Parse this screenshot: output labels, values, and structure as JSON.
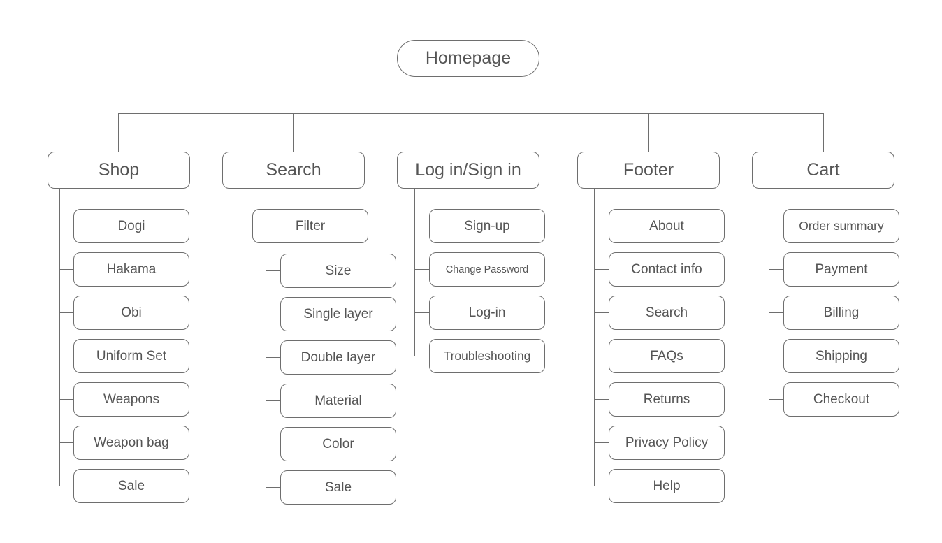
{
  "root": {
    "label": "Homepage"
  },
  "sections": [
    {
      "label": "Shop",
      "items": [
        "Dogi",
        "Hakama",
        "Obi",
        "Uniform Set",
        "Weapons",
        "Weapon bag",
        "Sale"
      ]
    },
    {
      "label": "Search",
      "filter": {
        "label": "Filter",
        "items": [
          "Size",
          "Single layer",
          "Double layer",
          "Material",
          "Color",
          "Sale"
        ]
      }
    },
    {
      "label": "Log in/Sign in",
      "items": [
        "Sign-up",
        "Change Password",
        "Log-in",
        "Troubleshooting"
      ]
    },
    {
      "label": "Footer",
      "items": [
        "About",
        "Contact info",
        "Search",
        "FAQs",
        "Returns",
        "Privacy Policy",
        "Help"
      ]
    },
    {
      "label": "Cart",
      "items": [
        "Order summary",
        "Payment",
        "Billing",
        "Shipping",
        "Checkout"
      ]
    }
  ],
  "colors": {
    "stroke": "#6e6e6e",
    "text": "#555555",
    "background": "#ffffff"
  }
}
